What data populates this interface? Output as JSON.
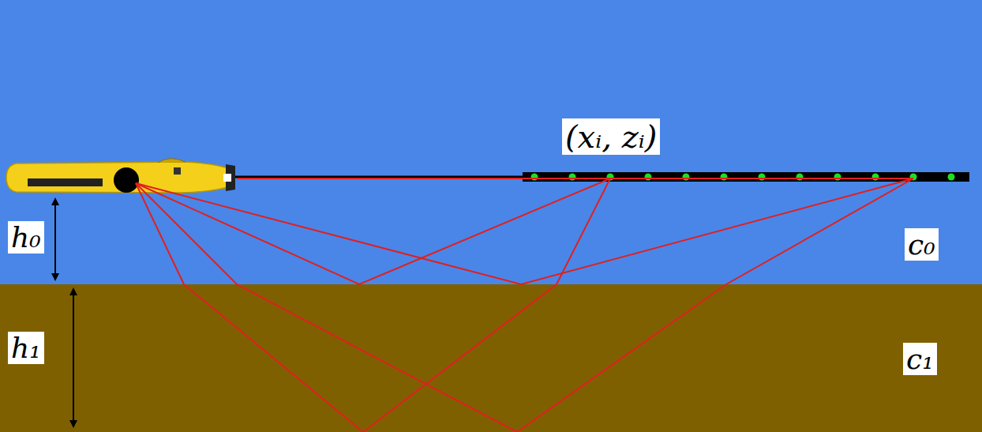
{
  "diagram": {
    "labels": [
      "(xᵢ, zᵢ)",
      "h₀",
      "h₁",
      "c₀",
      "c₁"
    ]
  }
}
